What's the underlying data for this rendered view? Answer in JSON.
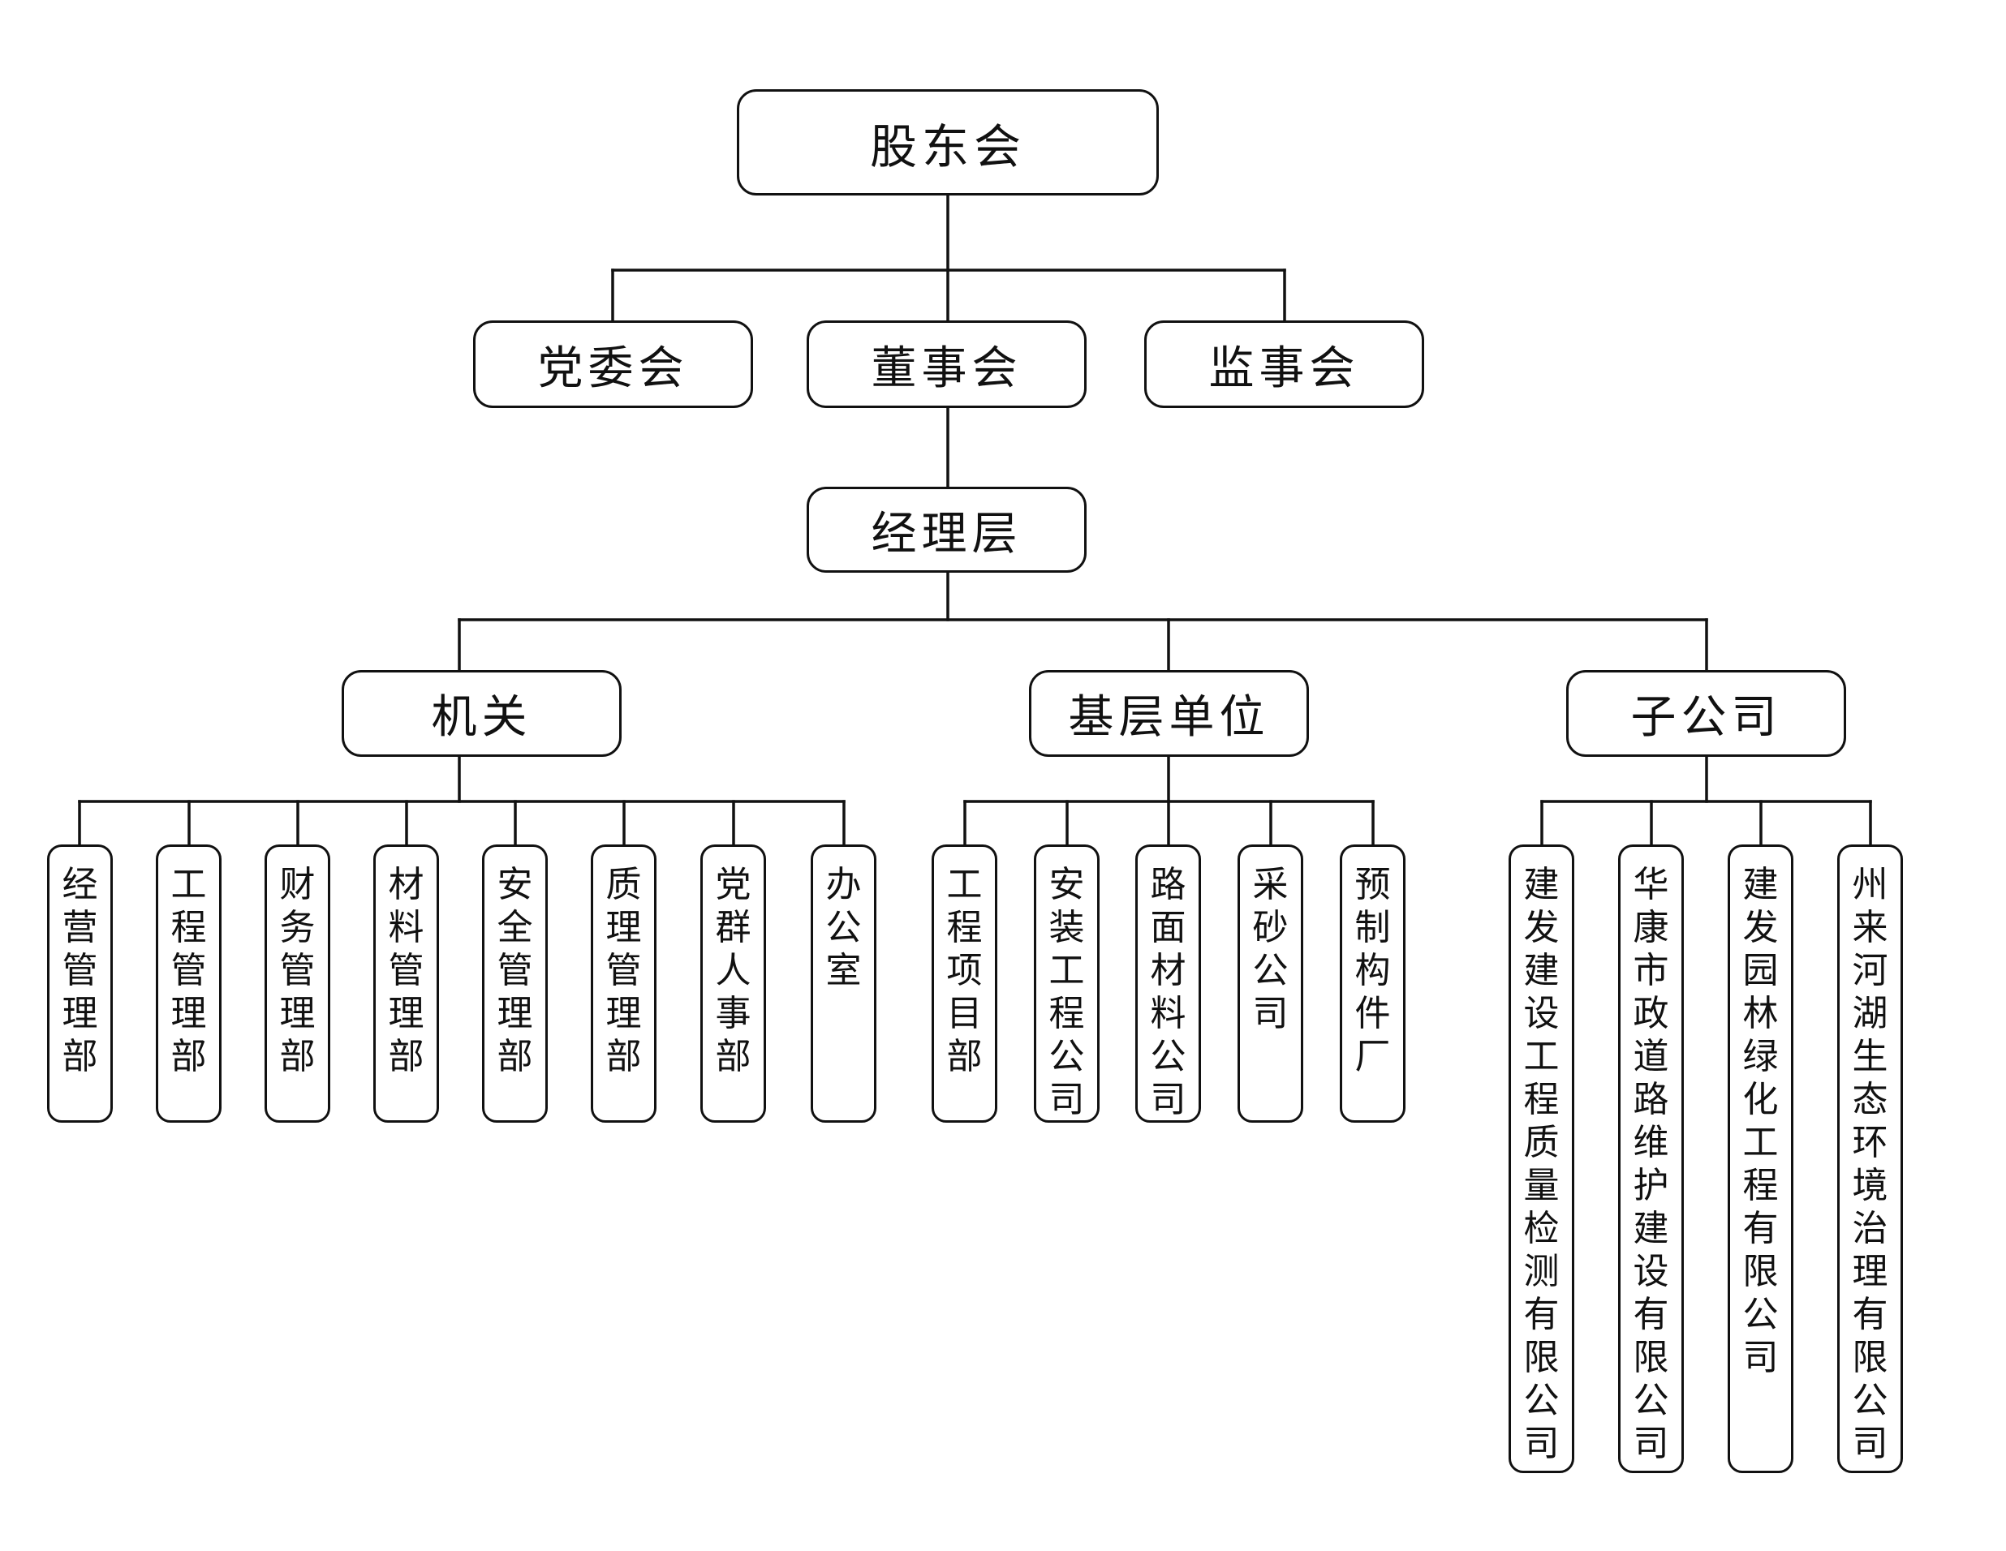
{
  "diagram": {
    "shareholders": "股东会",
    "party_committee": "党委会",
    "board": "董事会",
    "supervisors": "监事会",
    "management": "经理层",
    "groups": {
      "organs": {
        "label": "机关",
        "units": [
          "经营管理部",
          "工程管理部",
          "财务管理部",
          "材料管理部",
          "安全管理部",
          "质理管理部",
          "党群人事部",
          "办公室"
        ]
      },
      "grassroots": {
        "label": "基层单位",
        "units": [
          "工程项目部",
          "安装工程公司",
          "路面材料公司",
          "采砂公司",
          "预制构件厂"
        ]
      },
      "subsidiaries": {
        "label": "子公司",
        "units": [
          "建发建设工程质量检测有限公司",
          "华康市政道路维护建设有限公司",
          "建发园林绿化工程有限公司",
          "州来河湖生态环境治理有限公司"
        ]
      }
    }
  }
}
